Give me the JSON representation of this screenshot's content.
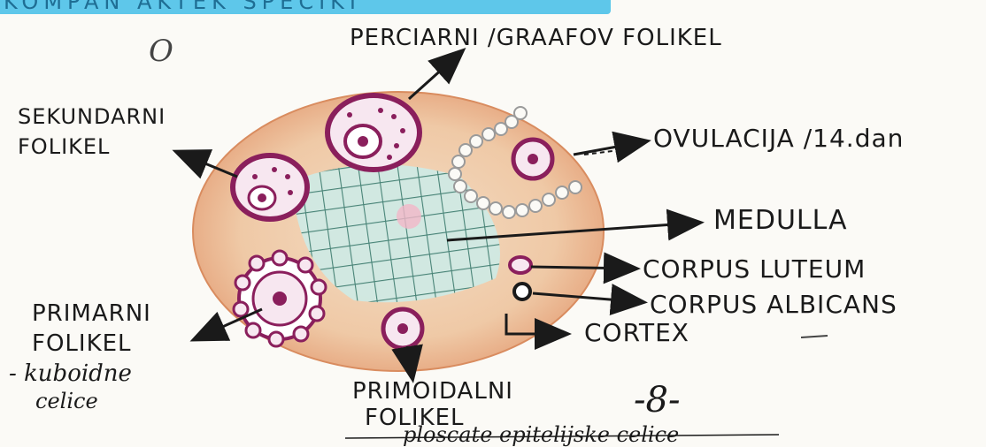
{
  "header_fragment": "KOMPAN  AKTEK  SPECIKI",
  "margin_mark": "O",
  "labels": {
    "graaf": "PERCIARNI /GRAAFOV FOLIKEL",
    "secondary_1": "SEKUNDARNI",
    "secondary_2": "FOLIKEL",
    "ovulation": "OVULACIJA /14.dan",
    "medulla": "MEDULLA",
    "corpus_luteum": "CORPUS LUTEUM",
    "corpus_albicans": "CORPUS ALBICANS",
    "cortex": "CORTEX",
    "primary_1": "PRIMARNI",
    "primary_2": "FOLIKEL",
    "primary_note_1": "- kuboidne",
    "primary_note_2": "celice",
    "primordial_1": "PRIMOIDALNI",
    "primordial_2": "FOLIKEL",
    "primordial_note": "ploscate   epitelijske celice",
    "page_number": "-8-"
  },
  "colors": {
    "ink": "#1a1a1a",
    "ovary_fill": "#efc9a6",
    "ovary_edge": "#d98c5f",
    "medulla_grid": "#3f7f73",
    "medulla_fill": "#cfe9e3",
    "follicle": "#8a1f5c",
    "follicle_light": "#f7e7f0",
    "highlight": "#5ec7ea"
  }
}
